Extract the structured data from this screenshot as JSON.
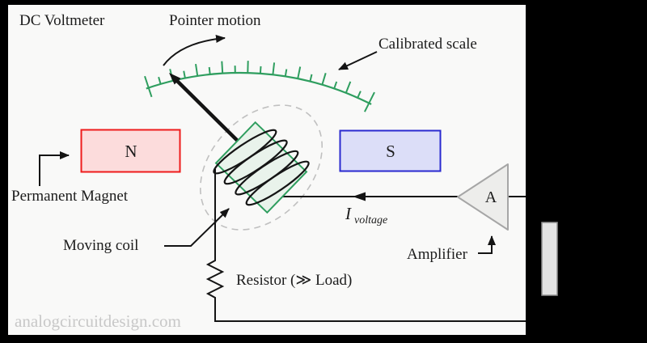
{
  "diagram": {
    "title": "DC Voltmeter",
    "pointer_motion_label": "Pointer motion",
    "calibrated_scale_label": "Calibrated scale",
    "permanent_magnet_label": "Permanent Magnet",
    "moving_coil_label": "Moving coil",
    "resistor_label": "Resistor (≫ Load)",
    "amplifier_label": "Amplifier",
    "current_symbol": "I",
    "current_subscript": "voltage",
    "north_pole": "N",
    "south_pole": "S",
    "amplifier_symbol": "A",
    "watermark": "analogcircuitdesign.com"
  },
  "colors": {
    "background": "#000000",
    "panel": "#f9f9f8",
    "scale_green": "#2f9e5f",
    "coil_fill": "#e9f3eb",
    "magnet_n_fill": "#fcdcdc",
    "magnet_n_border": "#ee1c1c",
    "magnet_s_fill": "#dcdef8",
    "magnet_s_border": "#2a2ad0",
    "amplifier_fill": "#ededeb",
    "amplifier_border": "#a6a6a6",
    "wire": "#141414",
    "field_line_dash": "#c0c0c0",
    "watermark": "#c8c8c8",
    "side_bar_fill": "#e3e3e3"
  }
}
